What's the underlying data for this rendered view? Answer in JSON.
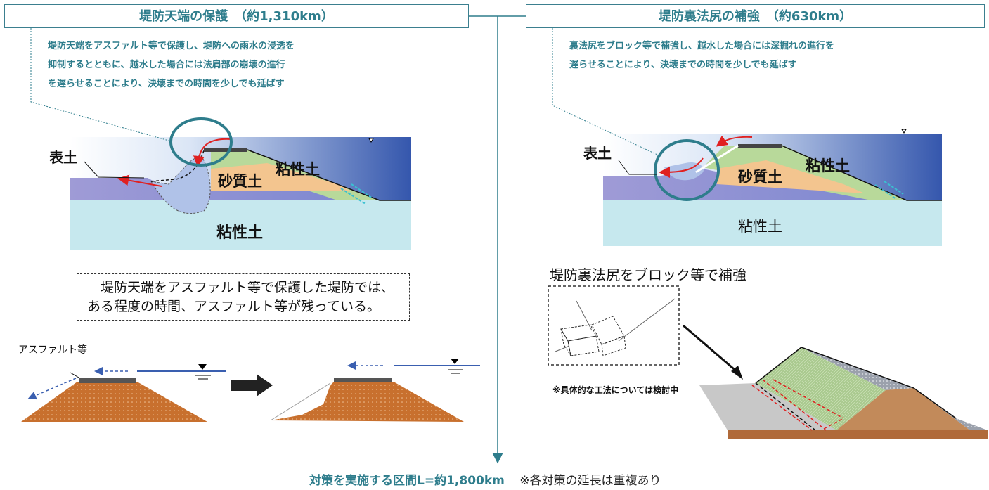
{
  "left": {
    "title": "堤防天端の保護　（約1,310km）",
    "desc_lines": [
      "堤防天端をアスファルト等で保護し、堤防への雨水の浸透を",
      "抑制するとともに、越水した場合には法肩部の崩壊の進行",
      "を遅らせることにより、決壊までの時間を少しでも延ばす"
    ],
    "label_topsoil": "表土",
    "label_sandy": "砂質土",
    "label_clay_upper": "粘性土",
    "label_clay_lower": "粘性土",
    "note_lines": [
      "　堤防天端をアスファルト等で保護した堤防では、",
      "ある程度の時間、アスファルト等が残っている。"
    ],
    "label_asphalt": "アスファルト等"
  },
  "right": {
    "title": "堤防裏法尻の補強　（約630km）",
    "desc_lines": [
      "裏法尻をブロック等で補強し、越水した場合には深掘れの進行を",
      "遅らせることにより、決壊までの時間を少しでも延ばす"
    ],
    "label_topsoil": "表土",
    "label_sandy": "砂質土",
    "label_clay_upper": "粘性土",
    "label_clay_lower": "粘性土",
    "block_heading": "堤防裏法尻をブロック等で補強",
    "method_note": "※具体的な工法については検討中"
  },
  "footer": {
    "main": "対策を実施する区間L=約1,800km",
    "note": "※各対策の延長は重複あり"
  },
  "colors": {
    "accent": "#2e7d8c",
    "water_deep": "#3a62b3",
    "clay_green": "#b8d99a",
    "sandy": "#f3c58f",
    "lower_clay": "#c6e8ee",
    "soil_brown": "#c8702e",
    "arrow_red": "#e02020"
  }
}
